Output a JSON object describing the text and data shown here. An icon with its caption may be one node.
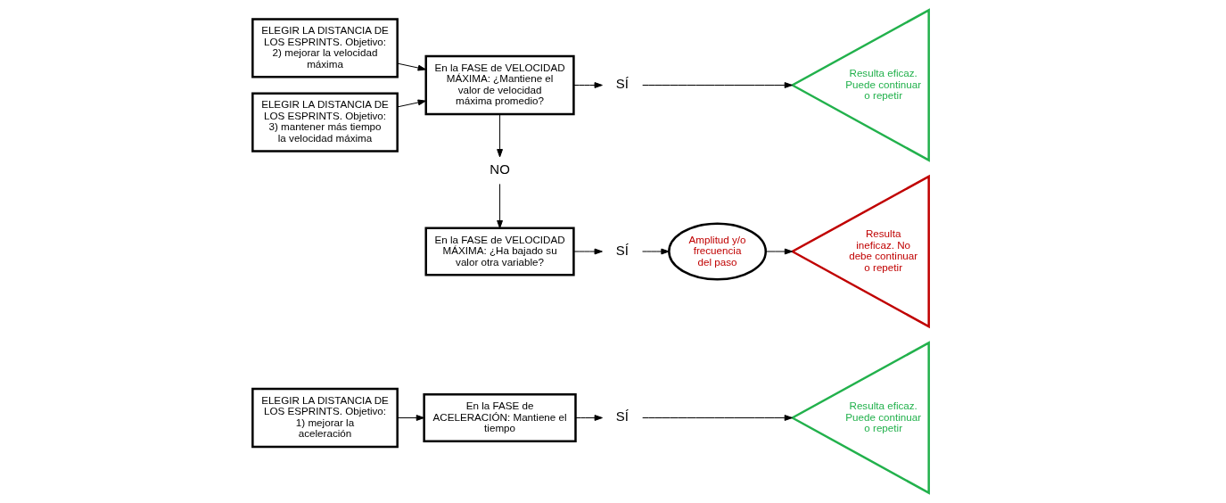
{
  "diagram": {
    "nodes": [
      {
        "text": [
          "ELEGIR LA DISTANCIA DE LOS ESPRINTS. Objetivo: 1) mejorar la aceleración"
        ]
      },
      {
        "text": [
          "En la FASE de ACELERACIÓN: Mantiene el tiempo"
        ]
      },
      {
        "text": [
          "SÍ"
        ]
      },
      {
        "text": [
          "Resulta eficaz. Puede continuar o repetir"
        ]
      },
      {
        "text": [
          "ELEGIR LA DISTANCIA DE LOS ESPRINTS. Objetivo: 2) mejorar la velocidad máxima"
        ]
      },
      {
        "text": [
          "ELEGIR LA DISTANCIA DE LOS ESPRINTS. Objetivo: 3) mantener más tiempo la velocidad máxima"
        ]
      },
      {
        "text": [
          "En la FASE de VELOCIDAD MÁXIMA: ¿Mantiene el valor de velocidad máxima promedio?"
        ]
      },
      {
        "text": [
          "SÍ"
        ]
      },
      {
        "text": [
          "Resulta eficaz. Puede continuar o repetir"
        ]
      },
      {
        "text": [
          "NO"
        ]
      },
      {
        "text": [
          "En la FASE de VELOCIDAD MÁXIMA: ¿Ha bajado su valor otra variable?"
        ]
      },
      {
        "text": [
          "SÍ"
        ]
      },
      {
        "text": [
          "Amplitud y/o frecuencia del paso"
        ]
      },
      {
        "text": [
          "Resulta ineficaz. No debe continuar o repetir"
        ]
      }
    ],
    "edges": [
      {
        "from": 0,
        "to": 1,
        "arrow": "to"
      },
      {
        "from": 1,
        "to": 2,
        "arrow": "to"
      },
      {
        "from": 2,
        "to": 3,
        "arrow": "to"
      },
      {
        "from": 4,
        "to": 6,
        "arrow": "to"
      },
      {
        "from": 5,
        "to": 6,
        "arrow": "to"
      },
      {
        "from": 6,
        "to": 7,
        "arrow": "to"
      },
      {
        "from": 7,
        "to": 8,
        "arrow": "to"
      },
      {
        "from": 6,
        "to": 9,
        "arrow": "to"
      },
      {
        "from": 9,
        "to": 10,
        "arrow": "to"
      },
      {
        "from": 10,
        "to": 11,
        "arrow": "to"
      },
      {
        "from": 11,
        "to": 12,
        "arrow": "to"
      },
      {
        "from": 12,
        "to": 13,
        "arrow": "to"
      }
    ]
  }
}
